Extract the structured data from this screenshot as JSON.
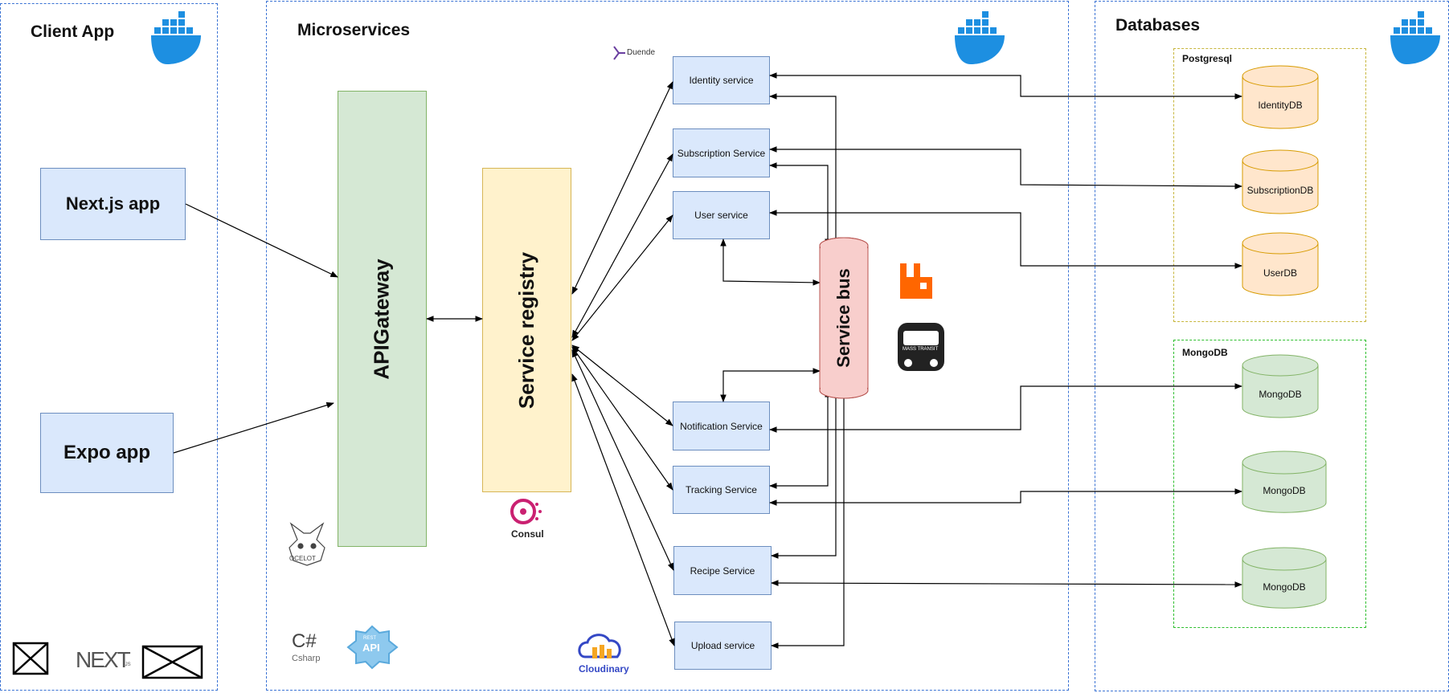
{
  "groups": {
    "client": {
      "title": "Client App"
    },
    "micro": {
      "title": "Microservices"
    },
    "databases": {
      "title": "Databases"
    }
  },
  "subgroups": {
    "postgres": {
      "title": "Postgresql",
      "color": "#c7b63d"
    },
    "mongo": {
      "title": "MongoDB",
      "color": "#2fbf2f"
    }
  },
  "apps": {
    "next": "Next.js app",
    "expo": "Expo app"
  },
  "gateway": {
    "label": "APIGateway"
  },
  "registry": {
    "label": "Service registry"
  },
  "bus": {
    "label": "Service bus"
  },
  "services": {
    "identity": "Identity service",
    "subscription": "Subscription Service",
    "user": "User service",
    "notification": "Notification Service",
    "tracking": "Tracking Service",
    "recipe": "Recipe Service",
    "upload": "Upload service"
  },
  "dbs": {
    "identity": "IdentityDB",
    "subscription": "SubscriptionDB",
    "user": "UserDB",
    "mongo1": "MongoDB",
    "mongo2": "MongoDB",
    "mongo3": "MongoDB"
  },
  "logos": {
    "duende": "Duende",
    "consul": "Consul",
    "cloudinary": "Cloudinary",
    "csharp": "C#",
    "csharp_sub": "Csharp",
    "rest_api": "API",
    "rest_api_top": "REST",
    "ocelot": "OCELOT",
    "nextjs": "NEXT",
    "nextjs_sub": ".JS",
    "masstransit": "MASS TRANSIT"
  },
  "colors": {
    "blue_fill": "#dae8fc",
    "green_fill": "#d5e8d4",
    "yellow_fill": "#fff2cc",
    "red_fill": "#f8cecc",
    "orange_fill": "#ffe6cc",
    "docker": "#1d8fe1",
    "rabbitmq": "#ff6600"
  },
  "icons": [
    "docker-icon",
    "rabbitmq-icon",
    "masstransit-icon",
    "ocelot-icon",
    "consul-icon",
    "cloudinary-icon",
    "csharp-icon",
    "rest-api-icon",
    "nextjs-icon",
    "placeholder-x-icon"
  ]
}
